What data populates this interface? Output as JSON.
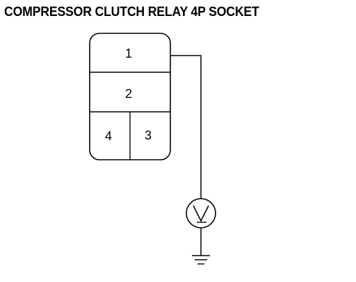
{
  "title": "COMPRESSOR CLUTCH RELAY 4P SOCKET",
  "socket": {
    "pins": [
      {
        "id": "pin-1",
        "label": "1"
      },
      {
        "id": "pin-2",
        "label": "2"
      },
      {
        "id": "pin-4",
        "label": "4"
      },
      {
        "id": "pin-3",
        "label": "3"
      }
    ]
  },
  "colors": {
    "line": "#000000",
    "background": "#ffffff"
  },
  "icons": {
    "meter": "voltmeter-icon",
    "ground": "ground-icon"
  }
}
